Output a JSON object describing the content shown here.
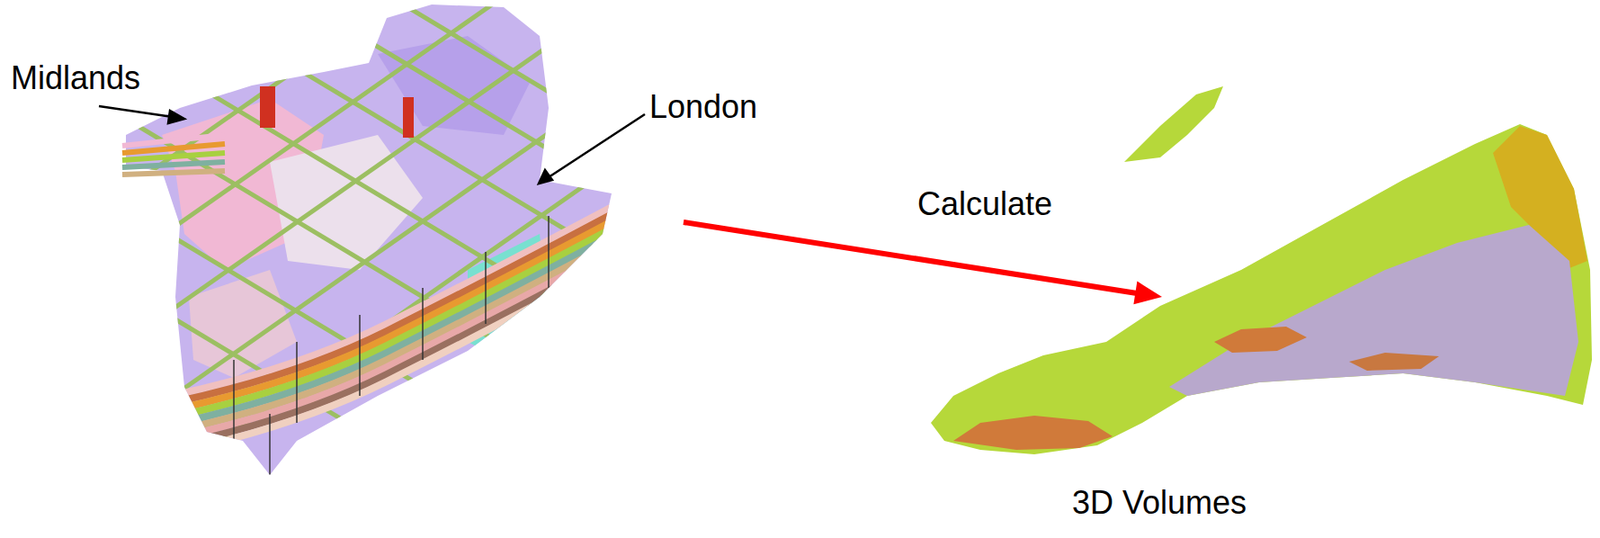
{
  "diagram": {
    "labels": [
      "Midlands",
      "London",
      "Calculate",
      "3D Volumes"
    ]
  }
}
